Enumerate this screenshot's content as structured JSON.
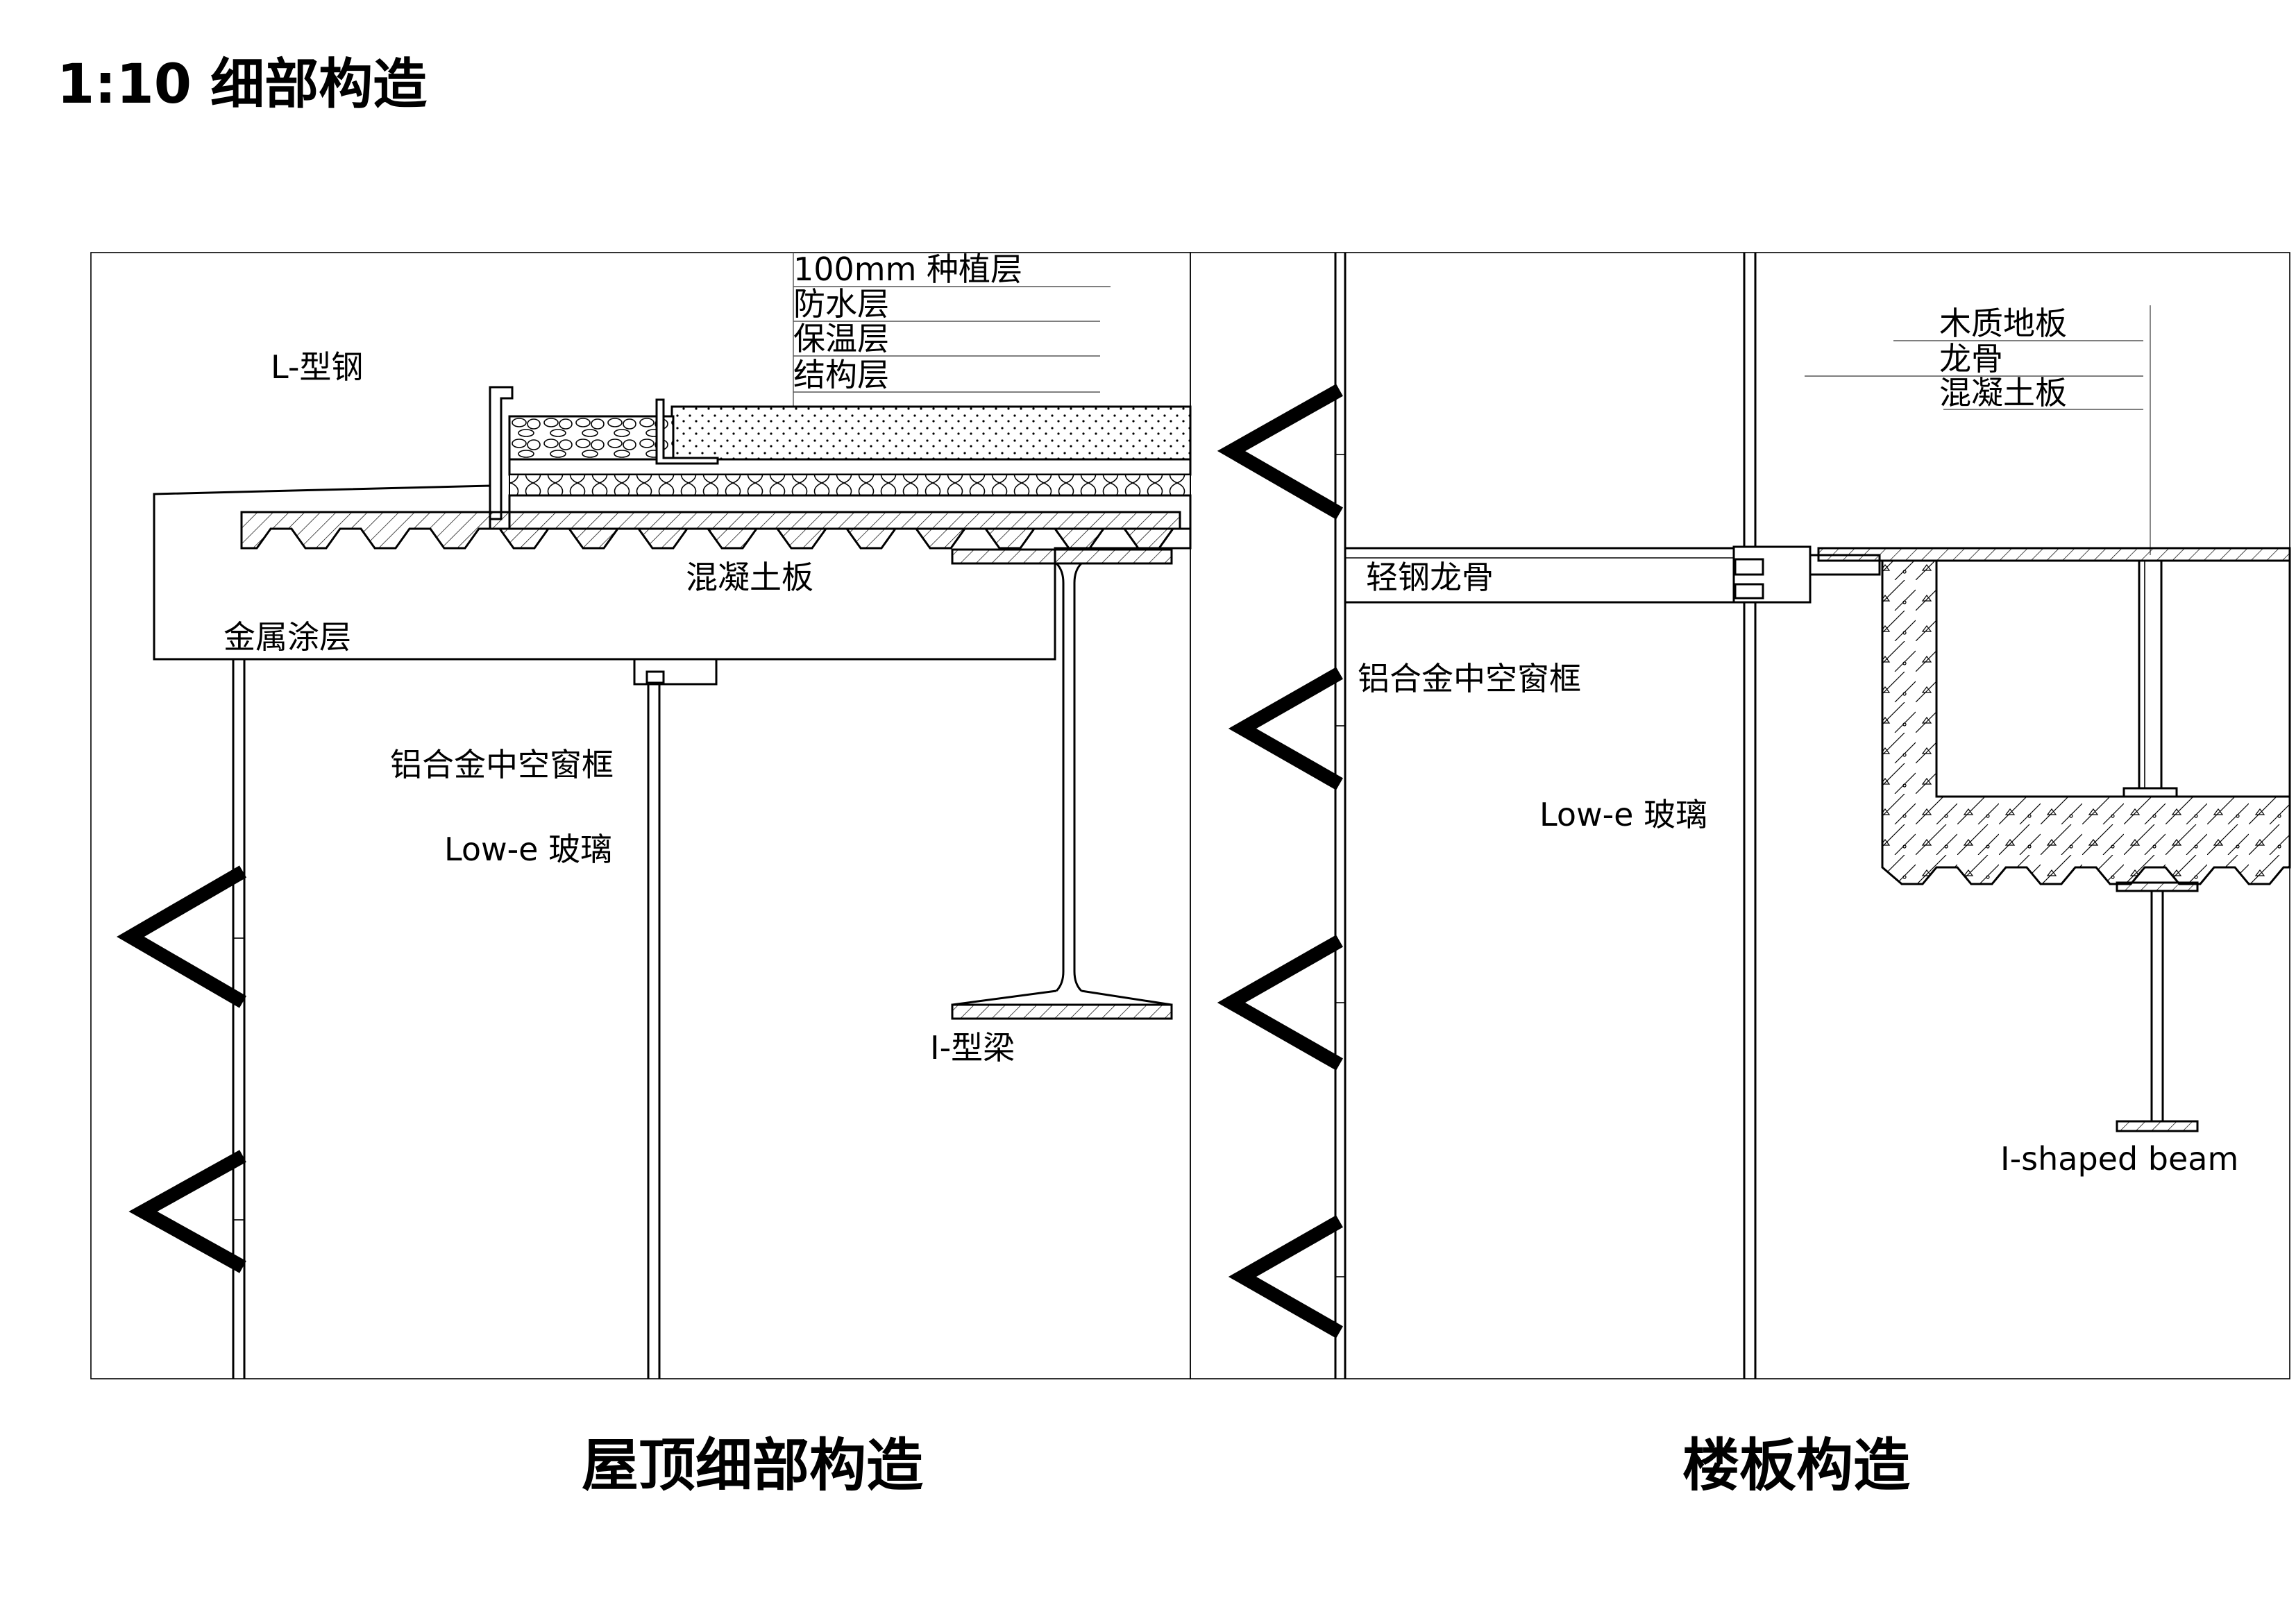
{
  "title": "1:10 细部构造",
  "captions": {
    "roof": "屋顶细部构造",
    "floor": "楼板构造"
  },
  "roof_labels": {
    "planting_layer": "100mm 种植层",
    "waterproof_layer": "防水层",
    "insulation_layer": "保温层",
    "structure_layer": "结构层",
    "l_steel": "L-型钢",
    "concrete_slab": "混凝土板",
    "metal_coating": "金属涂层",
    "window_frame": "铝合金中空窗框",
    "lowe_glass": "Low-e 玻璃",
    "i_beam": "I-型梁"
  },
  "floor_labels": {
    "wood_floor": "木质地板",
    "keel": "龙骨",
    "concrete_slab": "混凝土板",
    "light_steel_keel": "轻钢龙骨",
    "window_frame": "铝合金中空窗框",
    "lowe_glass": "Low-e 玻璃",
    "i_beam": "I-shaped beam"
  }
}
